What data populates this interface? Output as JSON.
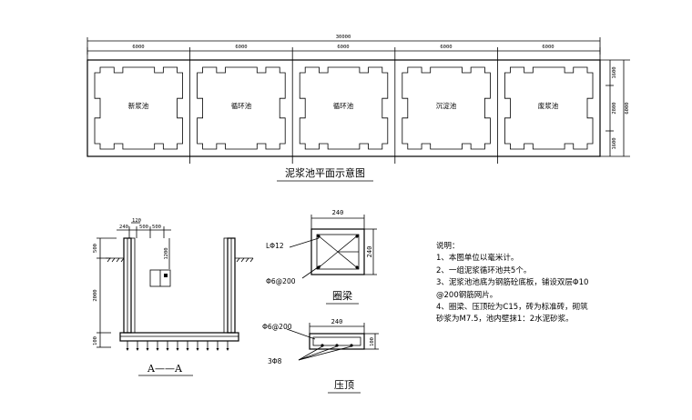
{
  "plan": {
    "overall_dim": "30000",
    "seg_dims": [
      "6000",
      "6000",
      "6000",
      "6000",
      "6000"
    ],
    "side_dims": [
      "1600",
      "2800",
      "1600"
    ],
    "side_total": "6000",
    "pool_labels": [
      "新浆池",
      "循环池",
      "循环池",
      "沉淀池",
      "废浆池"
    ],
    "title": "泥浆池平面示意图"
  },
  "section": {
    "top_dims": [
      "240",
      "500",
      "500"
    ],
    "top_dim_small": "120",
    "left_dims": [
      "500",
      "2000",
      "100"
    ],
    "inner_dim": "1200",
    "title": "A——A"
  },
  "ring_beam": {
    "width_dim": "240",
    "height_dim": "240",
    "label_main": "LΦ12",
    "label_stirrup": "Φ6@200",
    "title": "圈梁"
  },
  "coping": {
    "width_dim": "240",
    "height_dim": "100",
    "label_top": "Φ6@200",
    "label_bottom": "3Φ8",
    "title": "压顶"
  },
  "notes": {
    "heading": "说明：",
    "items": [
      "1、本图单位以毫米计。",
      "2、一组泥浆循环池共5个。",
      "3、泥浆池池底为钢筋砼底板，铺设双层Φ10",
      "@200钢筋网片。",
      "4、圈梁、压顶砼为C15，砖为标准砖，砌筑",
      "砂浆为M7.5，池内壁抹1：2水泥砂浆。"
    ]
  }
}
